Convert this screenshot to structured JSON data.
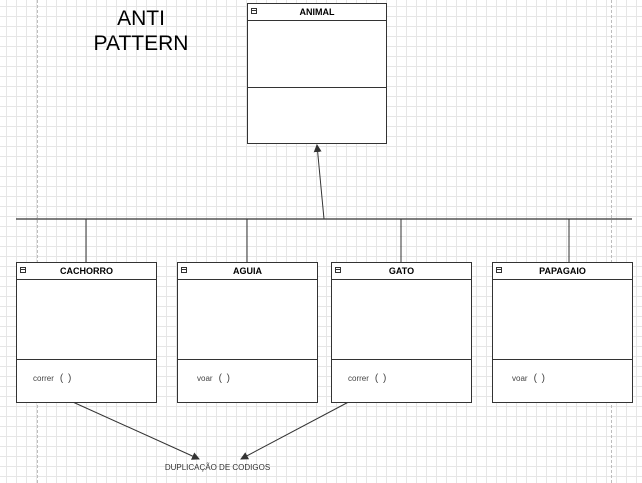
{
  "title": "ANTI\nPATTERN",
  "parent": {
    "name": "ANIMAL"
  },
  "children": [
    {
      "name": "CACHORRO",
      "method": "correr",
      "symbol": "( )"
    },
    {
      "name": "AGUIA",
      "method": "voar",
      "symbol": "( )"
    },
    {
      "name": "GATO",
      "method": "correr",
      "symbol": "( )"
    },
    {
      "name": "PAPAGAIO",
      "method": "voar",
      "symbol": "( )"
    }
  ],
  "note": "DUPLICAÇÃO DE CODIGOS",
  "colors": {
    "line": "#333333",
    "grid": "#e6e6e6",
    "guide": "#bdbdbd",
    "background": "#ffffff"
  },
  "icons": [
    "collapse-icon"
  ]
}
